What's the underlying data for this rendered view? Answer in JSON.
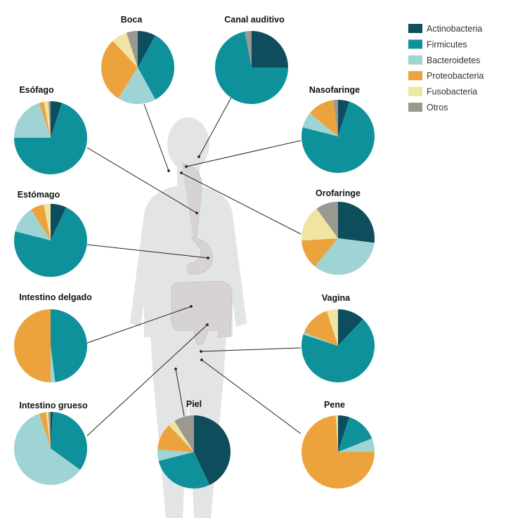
{
  "chart_data": {
    "type": "pie",
    "legend": {
      "placement": "top-right",
      "entries": [
        "Actinobacteria",
        "Firmicutes",
        "Bacteroidetes",
        "Proteobacteria",
        "Fusobacteria",
        "Otros"
      ]
    },
    "colors": {
      "Actinobacteria": "#0e4d5c",
      "Firmicutes": "#0f919b",
      "Bacteroidetes": "#9fd3d4",
      "Proteobacteria": "#eda33d",
      "Fusobacteria": "#efe4a2",
      "Otros": "#9a9891"
    },
    "sites": [
      {
        "id": "boca",
        "title": "Boca",
        "values": [
          8,
          34,
          17,
          29,
          7,
          5
        ]
      },
      {
        "id": "canal",
        "title": "Canal auditivo",
        "values": [
          25,
          72,
          0,
          0,
          0,
          3
        ]
      },
      {
        "id": "esofago",
        "title": "Esófago",
        "values": [
          5,
          70,
          20,
          2,
          2,
          1
        ]
      },
      {
        "id": "nasofaringe",
        "title": "Nasofaringe",
        "values": [
          5,
          74,
          7,
          12,
          0,
          2
        ]
      },
      {
        "id": "estomago",
        "title": "Estómago",
        "values": [
          7,
          72,
          12,
          6,
          3,
          0
        ]
      },
      {
        "id": "orofaringe",
        "title": "Orofaringe",
        "values": [
          27,
          0,
          34,
          13,
          16,
          10
        ]
      },
      {
        "id": "delgado",
        "title": "Intestino delgado",
        "values": [
          0,
          48,
          2,
          50,
          0,
          0
        ]
      },
      {
        "id": "vagina",
        "title": "Vagina",
        "values": [
          12,
          68,
          1,
          14,
          5,
          0
        ]
      },
      {
        "id": "grueso",
        "title": "Intestino grueso",
        "values": [
          1,
          34,
          60,
          3,
          1,
          1
        ]
      },
      {
        "id": "piel",
        "title": "Piel",
        "values": [
          43,
          28,
          5,
          12,
          3,
          9
        ]
      },
      {
        "id": "pene",
        "title": "Pene",
        "values": [
          5,
          14,
          6,
          74,
          1,
          0
        ]
      }
    ]
  }
}
